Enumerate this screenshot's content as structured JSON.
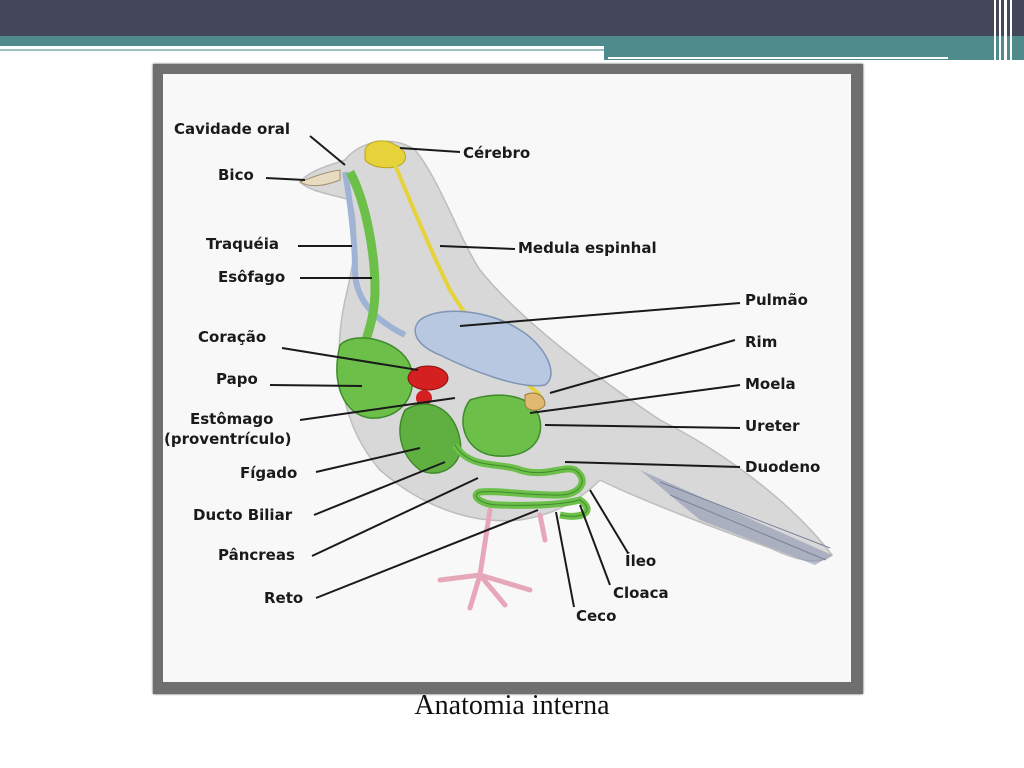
{
  "caption": "Anatomia interna",
  "labels": {
    "cavidade_oral": "Cavidade oral",
    "bico": "Bico",
    "traqueia": "Traquéia",
    "esofago": "Esôfago",
    "coracao": "Coração",
    "papo": "Papo",
    "estomago": "Estômago",
    "proventriculo": "(proventrículo)",
    "figado": "Fígado",
    "ducto_biliar": "Ducto Biliar",
    "pancreas": "Pâncreas",
    "reto": "Reto",
    "cerebro": "Cérebro",
    "medula": "Medula espinhal",
    "pulmao": "Pulmão",
    "rim": "Rim",
    "moela": "Moela",
    "ureter": "Ureter",
    "duodeno": "Duodeno",
    "ileo": "Íleo",
    "cloaca": "Cloaca",
    "ceco": "Ceco"
  },
  "colors": {
    "header": "#44465a",
    "accent": "#4f8a8c",
    "digestive": "#6cc04a",
    "heart": "#d42020",
    "lung": "#b8c8e0",
    "nerve": "#e6d23a",
    "body": "#d8d8d8"
  }
}
